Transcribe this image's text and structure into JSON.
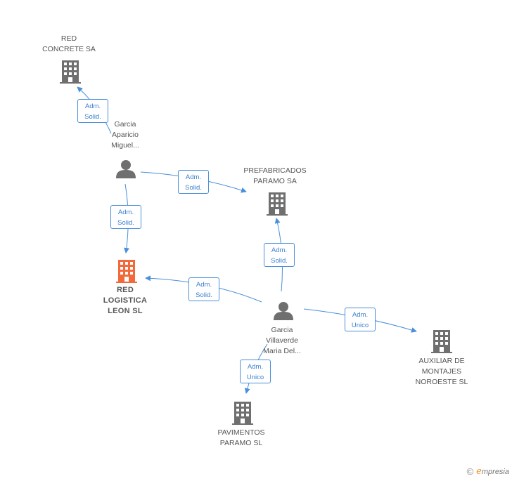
{
  "nodes": {
    "red_concrete": {
      "lines": [
        "RED",
        "CONCRETE SA"
      ]
    },
    "garcia_aparicio": {
      "lines": [
        "Garcia",
        "Aparicio",
        "Miguel..."
      ]
    },
    "prefabricados": {
      "lines": [
        "PREFABRICADOS",
        "PARAMO SA"
      ]
    },
    "red_logistica": {
      "lines": [
        "RED",
        "LOGISTICA",
        "LEON SL"
      ]
    },
    "garcia_villaverde": {
      "lines": [
        "Garcia",
        "Villaverde",
        "Maria Del..."
      ]
    },
    "auxiliar": {
      "lines": [
        "AUXILIAR DE",
        "MONTAJES",
        "NOROESTE SL"
      ]
    },
    "pavimentos": {
      "lines": [
        "PAVIMENTOS",
        "PARAMO SL"
      ]
    }
  },
  "relations": {
    "r1": {
      "lines": [
        "Adm.",
        "Solid."
      ]
    },
    "r2": {
      "lines": [
        "Adm.",
        "Solid."
      ]
    },
    "r3": {
      "lines": [
        "Adm.",
        "Solid."
      ]
    },
    "r4": {
      "lines": [
        "Adm.",
        "Solid."
      ]
    },
    "r5": {
      "lines": [
        "Adm.",
        "Solid."
      ]
    },
    "r6": {
      "lines": [
        "Adm.",
        "Unico"
      ]
    },
    "r7": {
      "lines": [
        "Adm.",
        "Unico"
      ]
    }
  },
  "colors": {
    "edge": "#4a8fd9",
    "company": "#6f6f6f",
    "focus_company": "#f26a3b",
    "person": "#6f6f6f"
  },
  "footer": {
    "copyright_symbol": "©",
    "brand_initial": "e",
    "brand_rest": "mpresia"
  }
}
